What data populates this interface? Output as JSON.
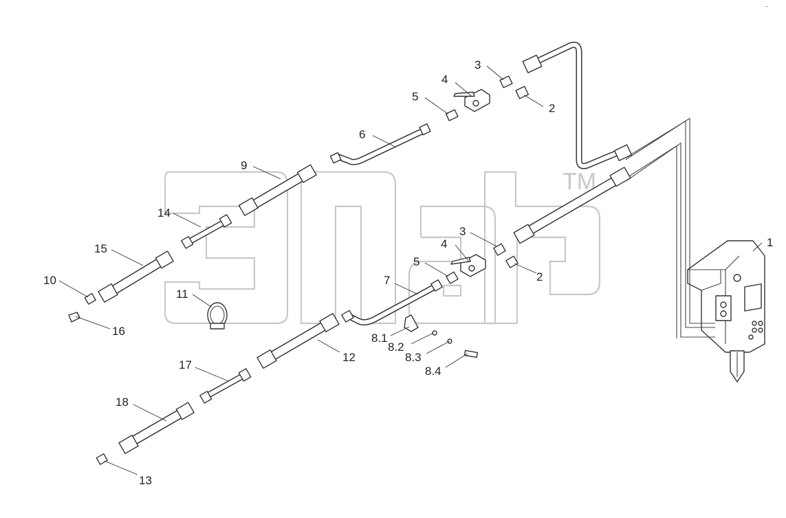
{
  "watermark": {
    "text": "эпар",
    "tm": "TM"
  },
  "corner_mark": "..",
  "callouts": [
    {
      "id": "c-1",
      "label": "1"
    },
    {
      "id": "c-2a",
      "label": "2"
    },
    {
      "id": "c-2b",
      "label": "2"
    },
    {
      "id": "c-3a",
      "label": "3"
    },
    {
      "id": "c-3b",
      "label": "3"
    },
    {
      "id": "c-4a",
      "label": "4"
    },
    {
      "id": "c-4b",
      "label": "4"
    },
    {
      "id": "c-5a",
      "label": "5"
    },
    {
      "id": "c-5b",
      "label": "5"
    },
    {
      "id": "c-6",
      "label": "6"
    },
    {
      "id": "c-7",
      "label": "7"
    },
    {
      "id": "c-8-1",
      "label": "8.1"
    },
    {
      "id": "c-8-2",
      "label": "8.2"
    },
    {
      "id": "c-8-3",
      "label": "8.3"
    },
    {
      "id": "c-8-4",
      "label": "8.4"
    },
    {
      "id": "c-9",
      "label": "9"
    },
    {
      "id": "c-10",
      "label": "10"
    },
    {
      "id": "c-11",
      "label": "11"
    },
    {
      "id": "c-12",
      "label": "12"
    },
    {
      "id": "c-13",
      "label": "13"
    },
    {
      "id": "c-14",
      "label": "14"
    },
    {
      "id": "c-15",
      "label": "15"
    },
    {
      "id": "c-16",
      "label": "16"
    },
    {
      "id": "c-17",
      "label": "17"
    },
    {
      "id": "c-18",
      "label": "18"
    }
  ]
}
